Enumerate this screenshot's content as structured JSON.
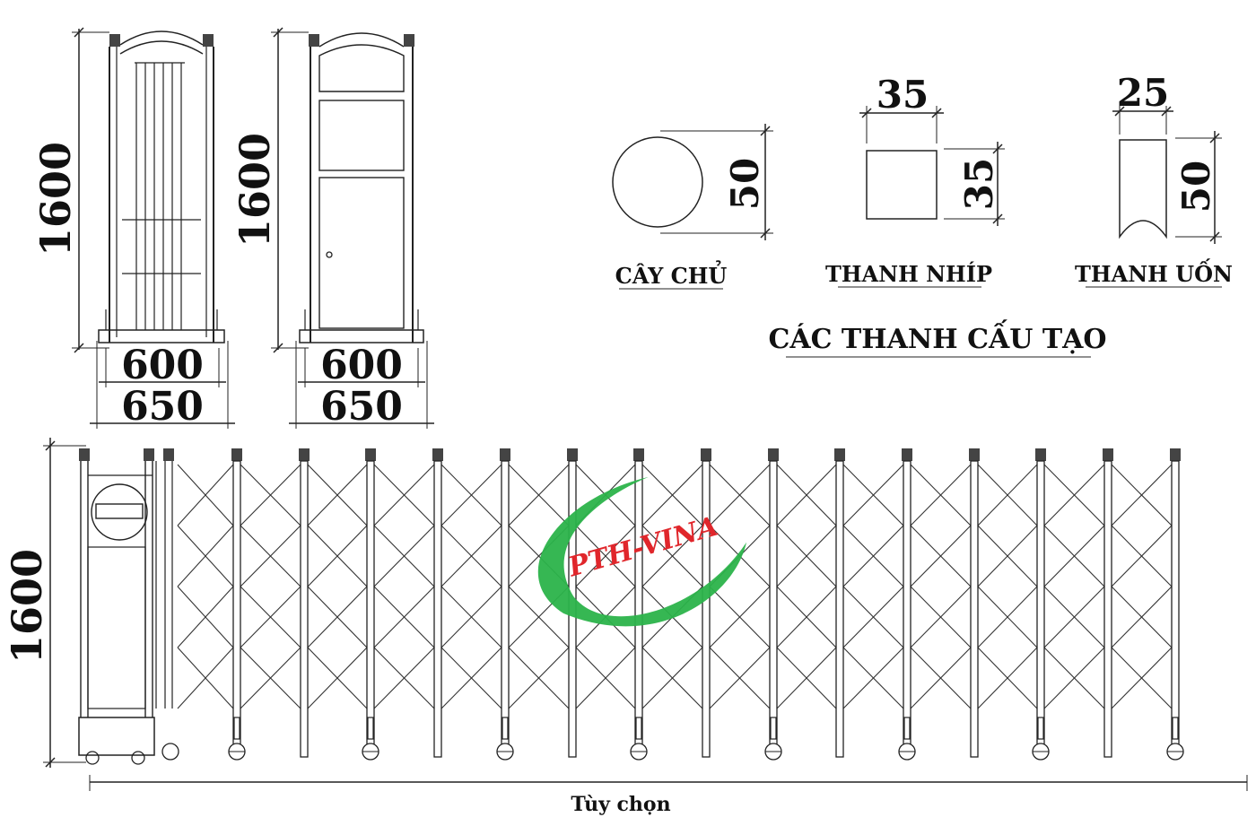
{
  "dimensions": {
    "height": "1600",
    "inner_width": "600",
    "outer_width": "650",
    "bar_round_diameter": "50",
    "bar_square_width": "35",
    "bar_square_height": "35",
    "bar_curved_width": "25",
    "bar_curved_height": "50"
  },
  "bar_labels": {
    "round": "CÂY CHỦ",
    "square": "THANH NHÍP",
    "curved": "THANH UỐN"
  },
  "section_title": "CÁC THANH CẤU TẠO",
  "gate_length_label": "Tùy chọn",
  "logo": {
    "text": "PTH-VINA",
    "text_color": "#e0262b",
    "swoosh_color": "#2bb34a"
  }
}
